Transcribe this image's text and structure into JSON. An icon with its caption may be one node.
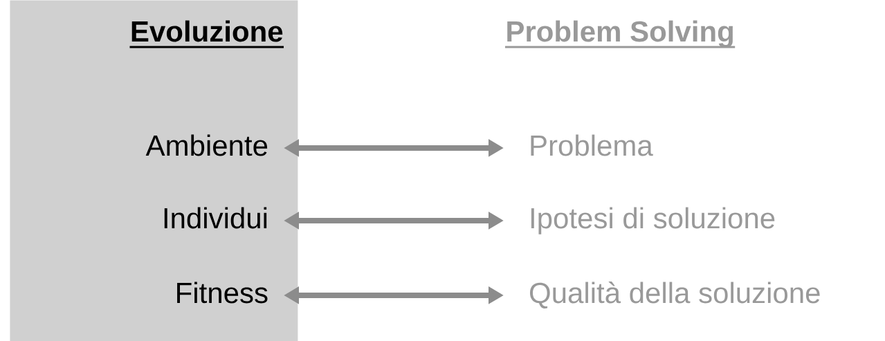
{
  "diagram": {
    "nodes": [
      {
        "text": [
          "Evoluzione"
        ]
      },
      {
        "text": [
          "Ambiente"
        ],
        "in": 0
      },
      {
        "text": [
          "Individui"
        ],
        "in": 0
      },
      {
        "text": [
          "Fitness"
        ],
        "in": 0
      },
      {
        "text": [
          "Problema"
        ]
      },
      {
        "text": [
          "Ipotesi di soluzione"
        ]
      },
      {
        "text": [
          "Qualità della soluzione"
        ]
      }
    ],
    "edges": [
      {
        "from": 1,
        "to": 4,
        "arrow": "both"
      },
      {
        "from": 2,
        "to": 5,
        "arrow": "both"
      },
      {
        "from": 3,
        "to": 6,
        "arrow": "both"
      }
    ],
    "labels": [
      "Problem Solving"
    ]
  }
}
